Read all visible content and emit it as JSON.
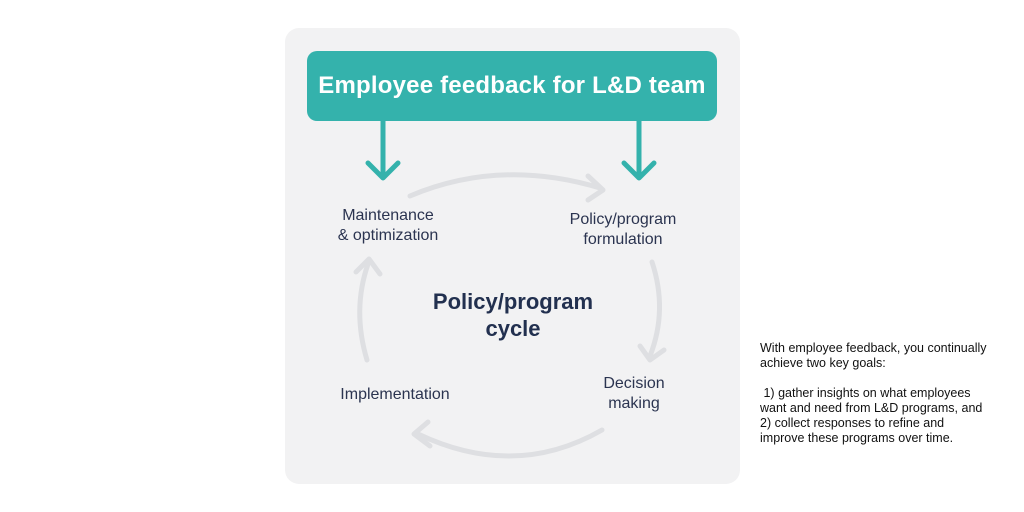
{
  "banner": {
    "title": "Employee feedback for L&D team"
  },
  "cycle": {
    "center_title_line1": "Policy/program",
    "center_title_line2": "cycle",
    "nodes": [
      {
        "line1": "Maintenance",
        "line2": "& optimization"
      },
      {
        "line1": "Policy/program",
        "line2": "formulation"
      },
      {
        "line1": "Decision",
        "line2": "making"
      },
      {
        "line1": "Implementation",
        "line2": ""
      }
    ]
  },
  "note": {
    "para1": "With employee feedback, you continually achieve two key goals:",
    "para2": " 1) gather insights on what employees want and need from L&D programs, and 2) collect responses to refine and improve these programs over time."
  },
  "colors": {
    "accent": "#34b2ac",
    "panel": "#f2f2f3",
    "cycle_arrows": "#dedfe2",
    "text_dark": "#2b3450"
  }
}
